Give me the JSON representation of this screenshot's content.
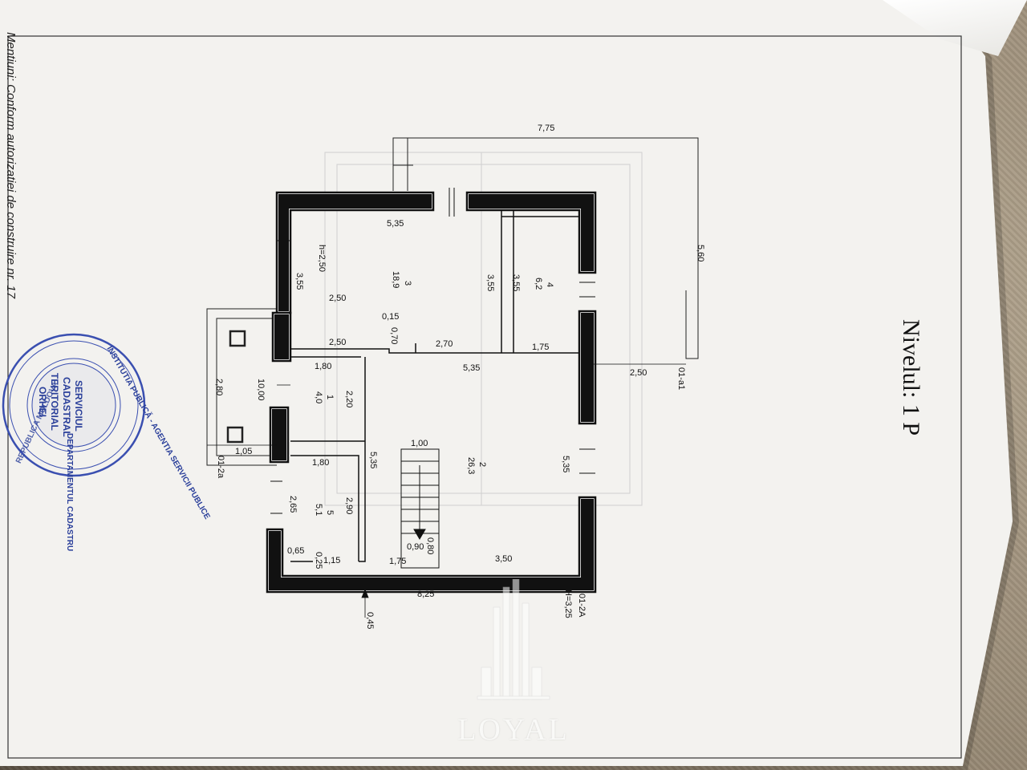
{
  "document": {
    "title": "Nivelul: 1 P",
    "side_note": "Mentiuni: Conform autorizatiei de construire nr. 17",
    "watermark": "LOYAL"
  },
  "stamp": {
    "outer_top": "INSTITUTIA PUBLICĂ - AGENTIA SERVICII PUBLICE",
    "outer_bottom": "REPUBLICA MOLDOVA",
    "inner_1": "DEPARTAMENTUL CADASTRU",
    "center_1": "SERVICIUL",
    "center_2": "CADASTRAL",
    "center_3": "TERITORIAL",
    "center_4": "ORHEI"
  },
  "rooms": [
    {
      "number": "1",
      "area": "4,0"
    },
    {
      "number": "2",
      "area": "26,3"
    },
    {
      "number": "3",
      "area": "18,9"
    },
    {
      "number": "4",
      "area": "6,2"
    },
    {
      "number": "5",
      "area": "5,1"
    }
  ],
  "heights": {
    "room3": "h=2,50",
    "level": "H=3,25"
  },
  "axis_labels": {
    "a1": "01-a1",
    "a2": "01-2a",
    "A2": "01-2A"
  },
  "dimensions": {
    "terrace_len": "7,75",
    "terrace_wid": "5,60",
    "d535_top": "5,35",
    "d355_r3_left": "3,55",
    "d250_r3_mid": "2,50",
    "d355_r3_right": "3,55",
    "d355_r4": "3,55",
    "d015": "0,15",
    "d070": "0,70",
    "d250_r3_bottom": "2,50",
    "d270": "2,70",
    "d175_r4": "1,75",
    "d535_mid": "5,35",
    "d250_ext": "2,50",
    "d180_r1_top": "1,80",
    "d1000": "10,00",
    "d280": "2,80",
    "d220": "2,20",
    "d105": "1,05",
    "d180_r5": "1,80",
    "d535_r2_left": "5,35",
    "d535_r2_right": "5,35",
    "d100": "1,00",
    "d265": "2,65",
    "d290": "2,90",
    "d090": "0,90",
    "d080": "0,80",
    "d065": "0,65",
    "d025": "0,25",
    "d115": "1,15",
    "d175_bottom": "1,75",
    "d350": "3,50",
    "d825": "8,25",
    "d045": "0,45"
  }
}
